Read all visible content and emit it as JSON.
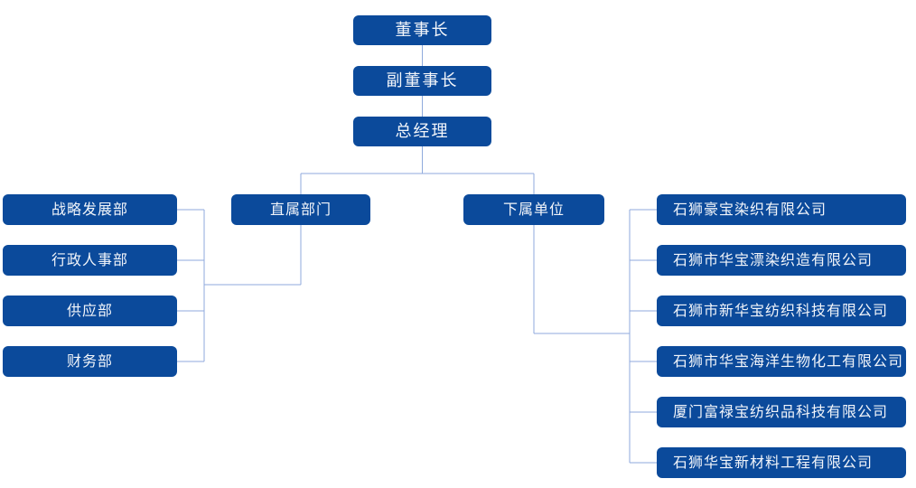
{
  "colors": {
    "node_fill": "#0B4A9B",
    "node_text": "#F2F5FA",
    "connector": "#8FAADC",
    "background": "#FFFFFF"
  },
  "org_chart": {
    "chain": [
      {
        "label": "董事长"
      },
      {
        "label": "副董事长"
      },
      {
        "label": "总经理"
      }
    ],
    "branches": [
      {
        "label": "直属部门",
        "children": [
          {
            "label": "战略发展部"
          },
          {
            "label": "行政人事部"
          },
          {
            "label": "供应部"
          },
          {
            "label": "财务部"
          }
        ]
      },
      {
        "label": "下属单位",
        "children": [
          {
            "label": "石狮豪宝染织有限公司"
          },
          {
            "label": "石狮市华宝漂染织造有限公司"
          },
          {
            "label": "石狮市新华宝纺织科技有限公司"
          },
          {
            "label": "石狮市华宝海洋生物化工有限公司"
          },
          {
            "label": "厦门富禄宝纺织品科技有限公司"
          },
          {
            "label": "石狮华宝新材料工程有限公司"
          }
        ]
      }
    ]
  }
}
